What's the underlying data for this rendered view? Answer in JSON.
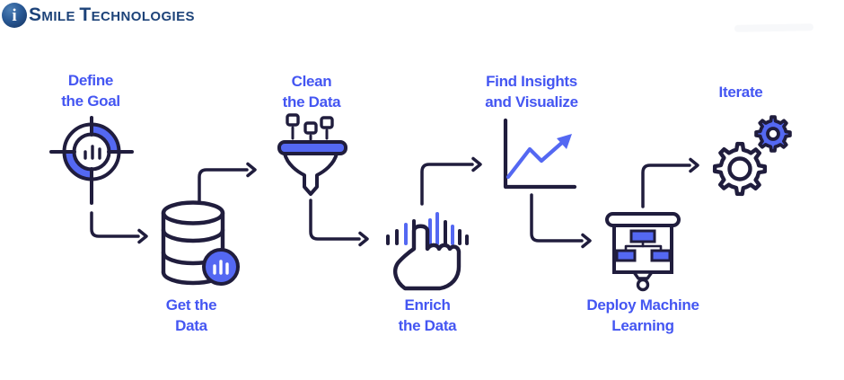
{
  "brand": {
    "orb_letter": "i",
    "name_s": "S",
    "name_mile": "MILE ",
    "name_t": "T",
    "name_rest": "ECHNOLOGIES"
  },
  "colors": {
    "accent_blue": "#5468F2",
    "label_blue": "#4456F2",
    "outline_dark": "#201D3D",
    "logo_navy": "#1D4379"
  },
  "steps": [
    {
      "id": "define-goal",
      "label_line1": "Define",
      "label_line2": "the Goal",
      "icon": "target-icon"
    },
    {
      "id": "get-data",
      "label_line1": "Get the",
      "label_line2": "Data",
      "icon": "database-icon"
    },
    {
      "id": "clean-data",
      "label_line1": "Clean",
      "label_line2": "the Data",
      "icon": "funnel-icon"
    },
    {
      "id": "enrich-data",
      "label_line1": "Enrich",
      "label_line2": "the Data",
      "icon": "hand-bars-icon"
    },
    {
      "id": "find-insights",
      "label_line1": "Find Insights",
      "label_line2": "and Visualize",
      "icon": "line-chart-icon"
    },
    {
      "id": "deploy-ml",
      "label_line1": "Deploy Machine",
      "label_line2": "Learning",
      "icon": "presentation-board-icon"
    },
    {
      "id": "iterate",
      "label_line1": "Iterate",
      "label_line2": "",
      "icon": "gears-icon"
    }
  ],
  "connections": [
    {
      "from": "define-goal",
      "to": "get-data"
    },
    {
      "from": "get-data",
      "to": "clean-data"
    },
    {
      "from": "clean-data",
      "to": "enrich-data"
    },
    {
      "from": "enrich-data",
      "to": "find-insights"
    },
    {
      "from": "find-insights",
      "to": "deploy-ml"
    },
    {
      "from": "deploy-ml",
      "to": "iterate"
    }
  ]
}
